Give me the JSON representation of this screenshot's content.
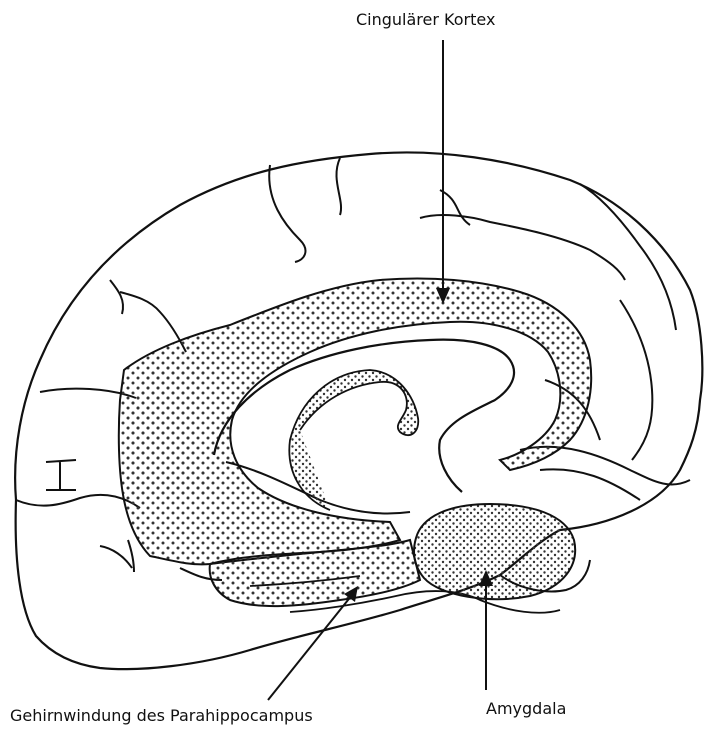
{
  "labels": {
    "cingulate": "Cingulärer Kortex",
    "amygdala": "Amygdala",
    "parahippocampal": "Gehirnwindung des Parahippocampus"
  },
  "colors": {
    "ink": "#111111",
    "stipple": "#333333",
    "background": "#ffffff"
  }
}
